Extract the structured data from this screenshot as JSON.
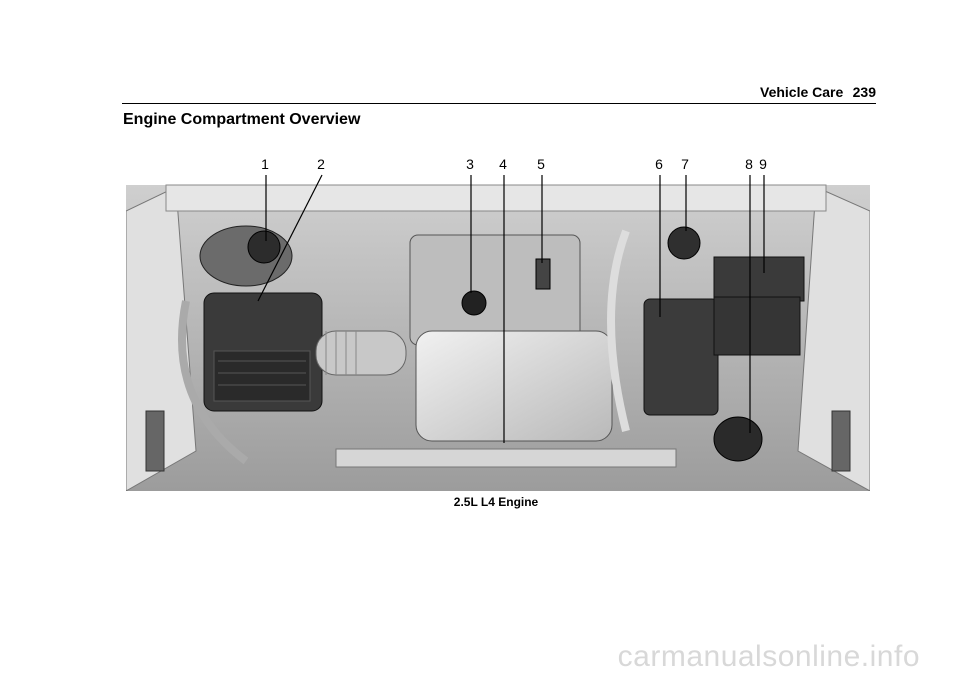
{
  "header": {
    "section": "Vehicle Care",
    "page_number": "239"
  },
  "title": "Engine Compartment Overview",
  "figure": {
    "callouts": [
      "1",
      "2",
      "3",
      "4",
      "5",
      "6",
      "7",
      "8",
      "9"
    ],
    "caption": "2.5L L4 Engine"
  },
  "watermark": "carmanualsonline.info"
}
